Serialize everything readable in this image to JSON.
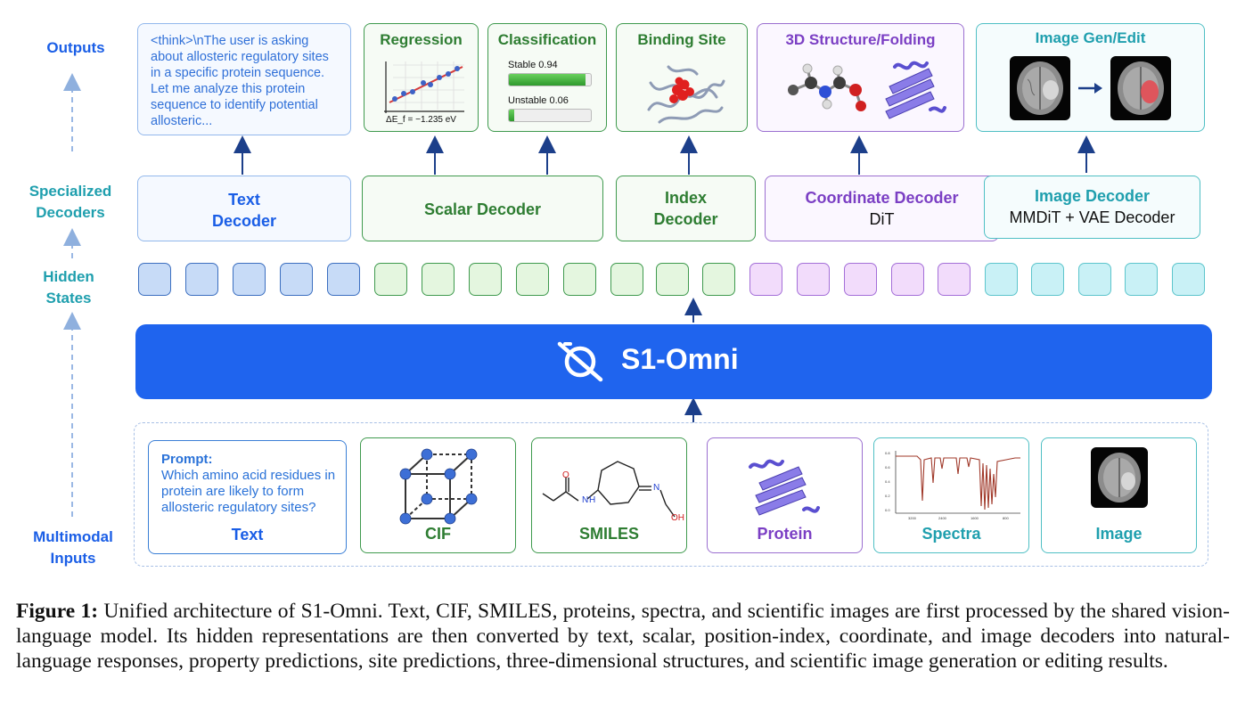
{
  "left_labels": {
    "outputs": "Outputs",
    "decoders_line1": "Specialized",
    "decoders_line2": "Decoders",
    "hidden_line1": "Hidden",
    "hidden_line2": "States",
    "inputs_line1": "Multimodal",
    "inputs_line2": "Inputs"
  },
  "outputs": {
    "think_text": "<think>\\nThe user is asking about allosteric regulatory sites in a specific protein sequence. Let me analyze this protein sequence to identify potential allosteric...",
    "regression_title": "Regression",
    "regression_formula": "ΔE_f = −1.235 eV",
    "classification_title": "Classification",
    "stable_label": "Stable",
    "stable_value": "0.94",
    "unstable_label": "Unstable",
    "unstable_value": "0.06",
    "stable_fraction": 0.94,
    "unstable_fraction": 0.06,
    "binding_title": "Binding Site",
    "structure_title": "3D Structure/Folding",
    "imagegen_title": "Image Gen/Edit"
  },
  "decoders": {
    "text_line1": "Text",
    "text_line2": "Decoder",
    "scalar": "Scalar Decoder",
    "index_line1": "Index",
    "index_line2": "Decoder",
    "coordinate": "Coordinate Decoder",
    "coordinate_sub": "DiT",
    "image": "Image Decoder",
    "image_sub": "MMDiT + VAE Decoder"
  },
  "model_name": "S1-Omni",
  "inputs": {
    "prompt_label": "Prompt:",
    "prompt_text": "Which amino acid residues in protein are likely to form allosteric regulatory sites?",
    "text_label": "Text",
    "cif_label": "CIF",
    "smiles_label": "SMILES",
    "smiles_o": "O",
    "smiles_n1": "N",
    "smiles_h": "H",
    "smiles_n2": "N",
    "smiles_oh": "OH",
    "protein_label": "Protein",
    "spectra_label": "Spectra",
    "spectra_xticks": [
      "3200",
      "2400",
      "1600",
      "800"
    ],
    "spectra_yticks": [
      "0.8",
      "0.6",
      "0.4",
      "0.2",
      "0.0"
    ],
    "image_label": "Image"
  },
  "caption": {
    "label": "Figure 1:",
    "text": " Unified architecture of S1-Omni. Text, CIF, SMILES, proteins, spectra, and scientific images are first processed by the shared vision-language model. Its hidden representations are then converted by text, scalar, position-index, coordinate, and image decoders into natural-language responses, property predictions, site predictions, three-dimensional structures, and scientific image generation or editing results."
  },
  "colors": {
    "blue": "#1a5ee6",
    "teal": "#1f9fae",
    "green": "#2e7d32",
    "purple": "#7b3fc4",
    "model_bar": "#1f64ee",
    "arrow": "#1c3f8a"
  }
}
